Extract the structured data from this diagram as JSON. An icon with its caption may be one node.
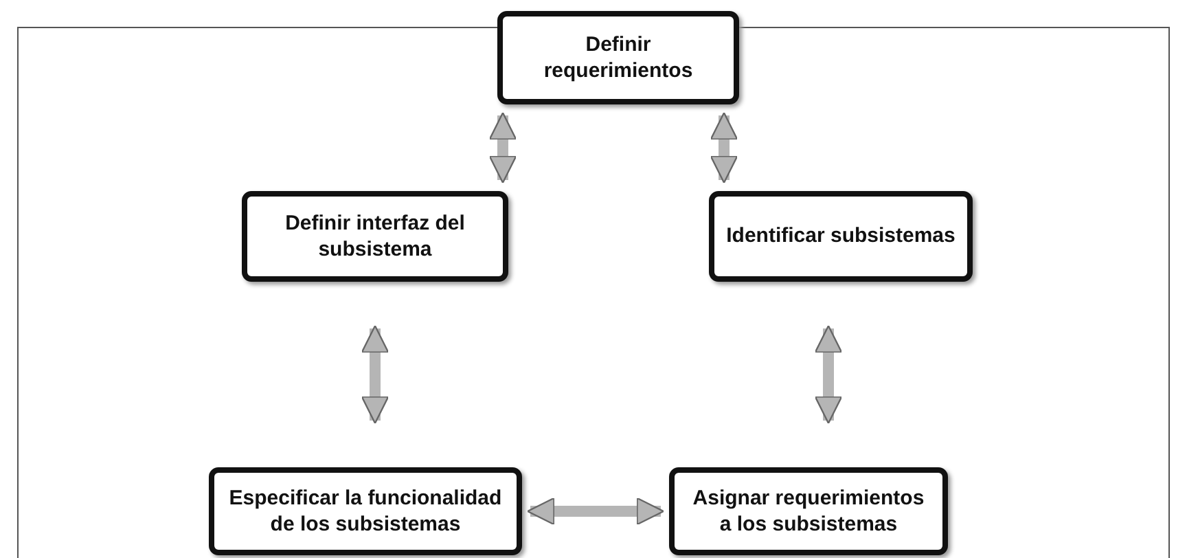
{
  "diagram": {
    "nodes": [
      {
        "text": [
          "Definir requerimientos"
        ]
      },
      {
        "text": [
          "Definir interfaz del subsistema"
        ]
      },
      {
        "text": [
          "Identificar subsistemas"
        ]
      },
      {
        "text": [
          "Especificar la funcionalidad de los subsistemas"
        ]
      },
      {
        "text": [
          "Asignar requerimientos a los subsistemas"
        ]
      }
    ],
    "edges": [
      {
        "from": 0,
        "to": 1,
        "arrow": "both"
      },
      {
        "from": 0,
        "to": 2,
        "arrow": "both"
      },
      {
        "from": 1,
        "to": 3,
        "arrow": "both"
      },
      {
        "from": 2,
        "to": 4,
        "arrow": "both"
      },
      {
        "from": 3,
        "to": 4,
        "arrow": "both"
      }
    ]
  }
}
